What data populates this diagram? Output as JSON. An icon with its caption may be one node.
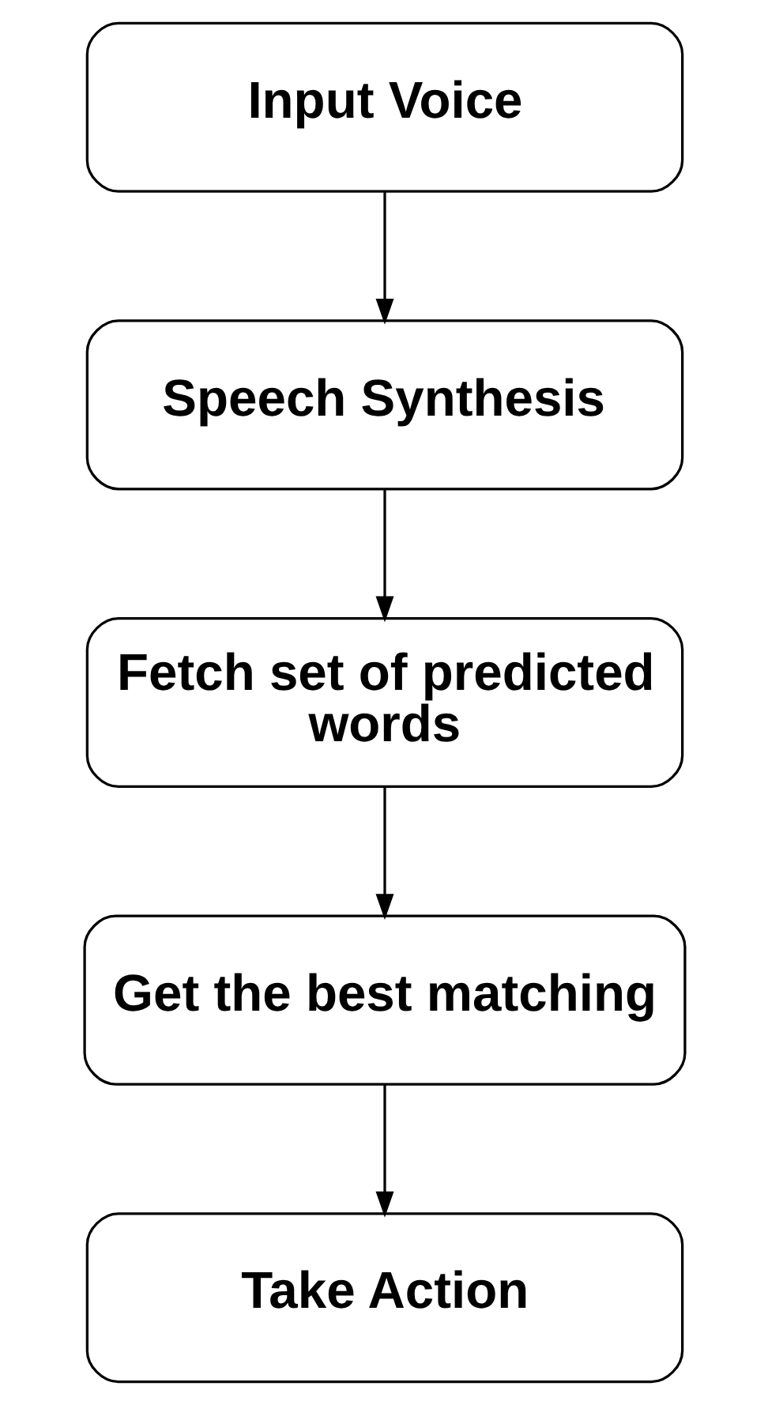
{
  "diagram": {
    "nodes": [
      {
        "text": [
          "Input Voice"
        ]
      },
      {
        "text": [
          "Speech Synthesis"
        ]
      },
      {
        "text": [
          "Fetch set of predicted words"
        ]
      },
      {
        "text": [
          "Get the best matching"
        ]
      },
      {
        "text": [
          "Take Action"
        ]
      }
    ],
    "edges": [
      {
        "from": 0,
        "to": 1,
        "arrow": "to"
      },
      {
        "from": 1,
        "to": 2,
        "arrow": "to"
      },
      {
        "from": 2,
        "to": 3,
        "arrow": "to"
      },
      {
        "from": 3,
        "to": 4,
        "arrow": "to"
      }
    ]
  }
}
